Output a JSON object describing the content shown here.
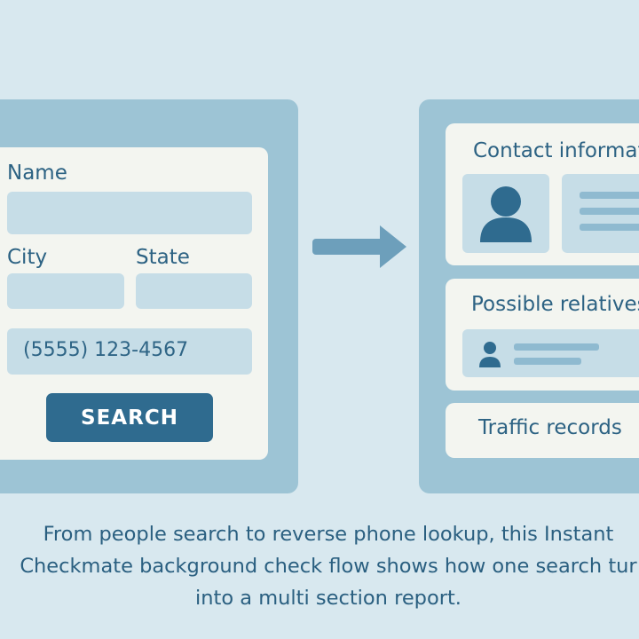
{
  "form": {
    "name_label": "Name",
    "city_label": "City",
    "state_label": "State",
    "phone_value": "(5555) 123-4567",
    "search_button": "SEARCH"
  },
  "report": {
    "contact_title": "Contact informatio",
    "relatives_title": "Possible relatives",
    "traffic_title": "Traffic records"
  },
  "caption": {
    "line1": "From people search to reverse phone lookup, this Instant",
    "line2": "Checkmate background check flow shows how one search tur",
    "line3": "into a multi section report."
  },
  "colors": {
    "background": "#d8e8ef",
    "panel": "#9dc4d5",
    "card": "#f3f5f0",
    "field": "#c6dde7",
    "accent": "#2f6b8f",
    "text": "#2c6283"
  },
  "icons": [
    "arrow-right-icon",
    "person-icon"
  ]
}
